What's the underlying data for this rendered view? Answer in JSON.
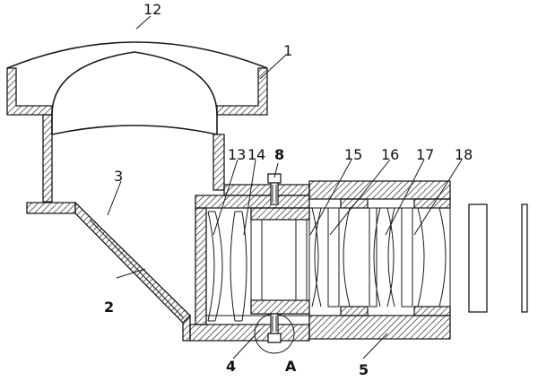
{
  "diagram": {
    "labels": {
      "l12": "12",
      "l1": "1",
      "l3": "3",
      "l2": "2",
      "l13": "13",
      "l14": "14",
      "l8": "8",
      "l15": "15",
      "l16": "16",
      "l17": "17",
      "l18": "18",
      "l4": "4",
      "lA": "A",
      "l5": "5"
    },
    "colors": {
      "line": "#1a1a1a",
      "hatch": "#1a1a1a",
      "background": "#ffffff"
    }
  }
}
